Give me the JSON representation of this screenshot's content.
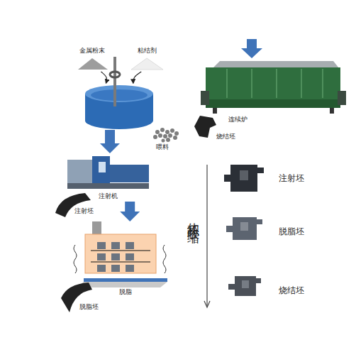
{
  "diagram": {
    "nodes": [
      {
        "text": [
          "金属粉末"
        ]
      },
      {
        "text": [
          "粘结剂"
        ]
      },
      {
        "text": [
          "喂料"
        ]
      },
      {
        "text": [
          "注射机"
        ]
      },
      {
        "text": [
          "脱脂"
        ]
      },
      {
        "text": [
          "连续炉"
        ]
      }
    ],
    "edges": [
      {
        "from": 0,
        "to": 2,
        "arrow": "to"
      },
      {
        "from": 1,
        "to": 2,
        "arrow": "to"
      },
      {
        "from": 2,
        "to": 3,
        "arrow": "to"
      },
      {
        "from": 3,
        "to": 4,
        "arrow": "to"
      }
    ],
    "labels": [
      "注射坯",
      "脱脂坯",
      "烧结坯",
      "体积收缩",
      "注射坯",
      "脱脂坯",
      "烧结坯"
    ]
  }
}
